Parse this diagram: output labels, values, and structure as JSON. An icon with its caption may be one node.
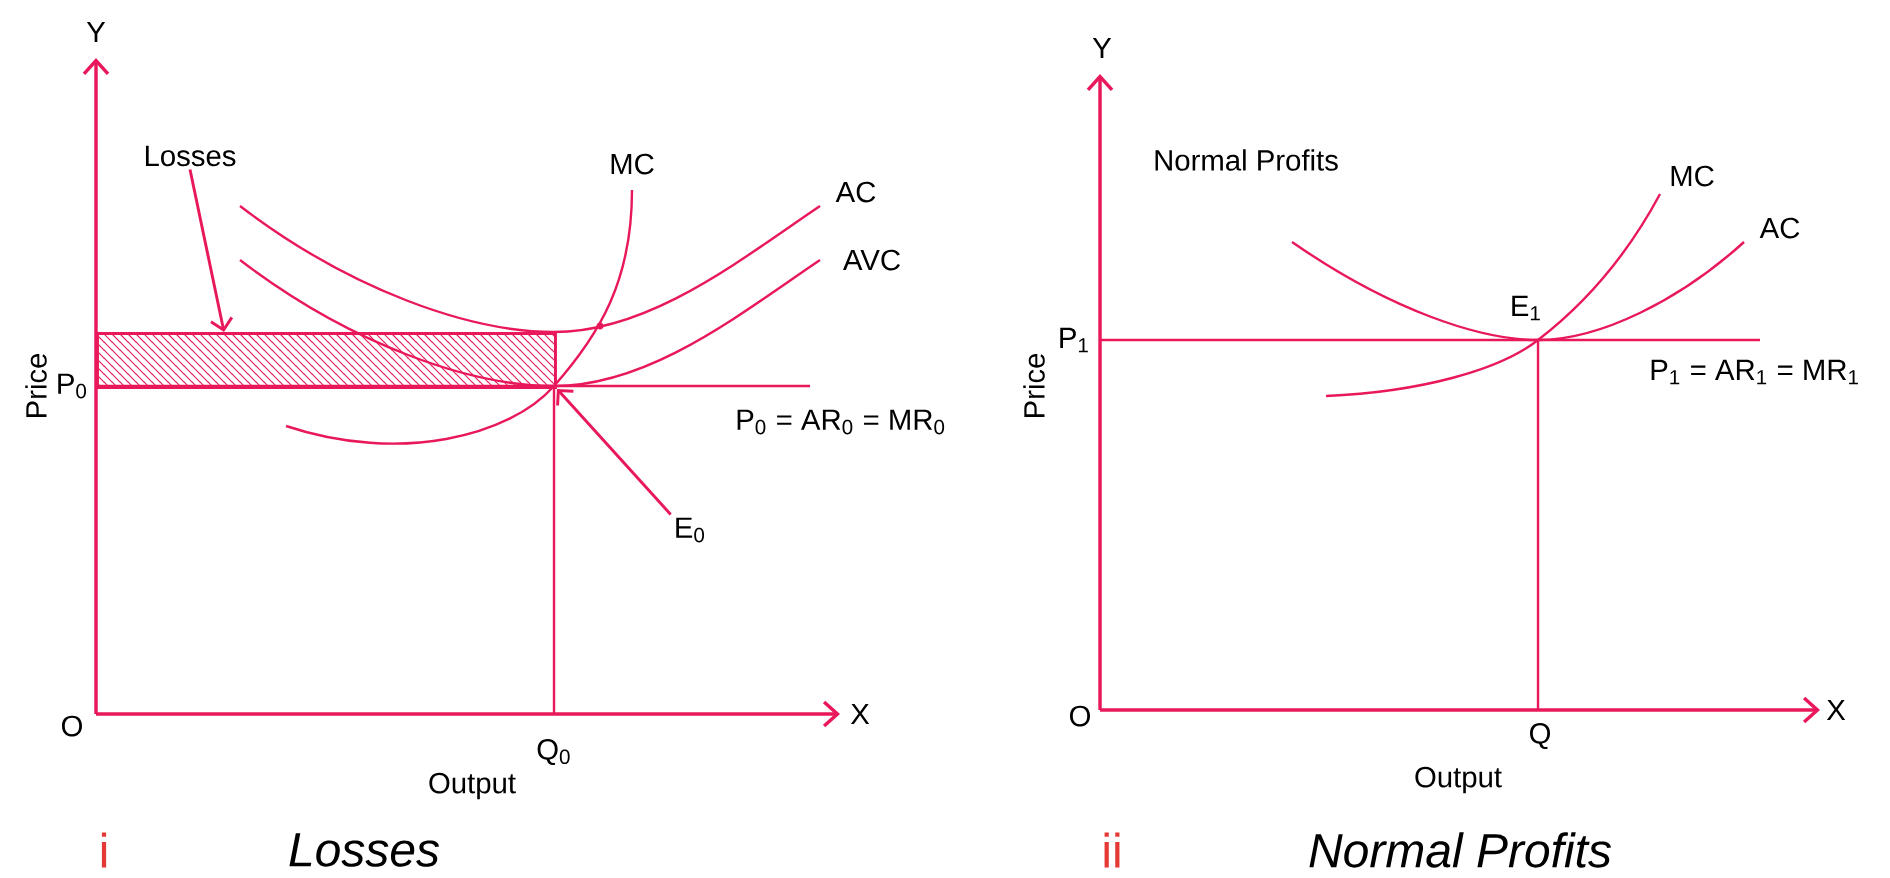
{
  "diagram": {
    "nodes": [
      {
        "text": [
          "Losses"
        ]
      },
      {
        "text": [],
        "shape": "box"
      },
      {
        "text": [
          "E$_{0}$"
        ]
      }
    ],
    "edges": [
      {
        "from": 0,
        "to": 1,
        "arrow": "to"
      },
      {
        "from": 2,
        "to": 1,
        "arrow": "to"
      }
    ],
    "labels": [
      "Y",
      "MC",
      "AC",
      "AVC",
      "Price",
      "P$_{0}$",
      "P$_{0}$ = AR$_{0}$ = MR$_{0}$",
      "O",
      "X",
      "Q$_{0}$",
      "Output",
      "i",
      "Losses",
      "Y",
      "Normal Profits",
      "MC",
      "AC",
      "E$_{1}$",
      "Price",
      "P$_{1}$",
      "P$_{1}$ = AR$_{1}$ = MR$_{1}$",
      "O",
      "X",
      "Q",
      "Output",
      "ii",
      "Normal Profits"
    ]
  }
}
